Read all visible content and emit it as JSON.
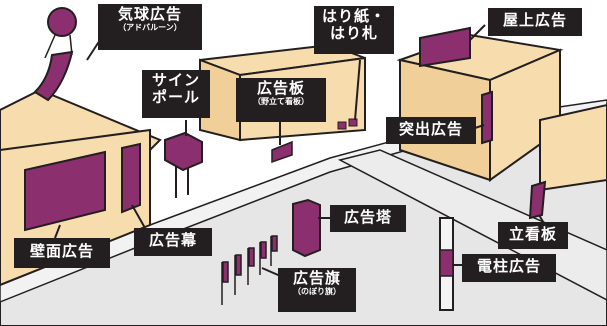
{
  "labels": {
    "balloon": {
      "main": "気球広告",
      "sub": "（アドバルーン）"
    },
    "bills": {
      "line1": "はり紙・",
      "line2": "はり札"
    },
    "rooftop": {
      "main": "屋上広告"
    },
    "sign_pole": {
      "line1": "サイン",
      "line2": "ポール"
    },
    "billboard": {
      "main": "広告板",
      "sub": "（野立て看板）"
    },
    "protruding": {
      "main": "突出広告"
    },
    "wall": {
      "main": "壁面広告"
    },
    "banner": {
      "main": "広告幕"
    },
    "tower": {
      "main": "広告塔"
    },
    "standing": {
      "main": "立看板"
    },
    "pole_ad": {
      "main": "電柱広告"
    },
    "flags": {
      "main": "広告旗",
      "sub": "（のぼり旗）"
    }
  },
  "colors": {
    "ad": "#8c2f6e",
    "ad_dark": "#5e1f4a",
    "building": "#f7dcae",
    "building_side": "#f0cf98",
    "road": "#e6e6e6",
    "label_bg": "#231f20",
    "outline": "#231f20"
  }
}
